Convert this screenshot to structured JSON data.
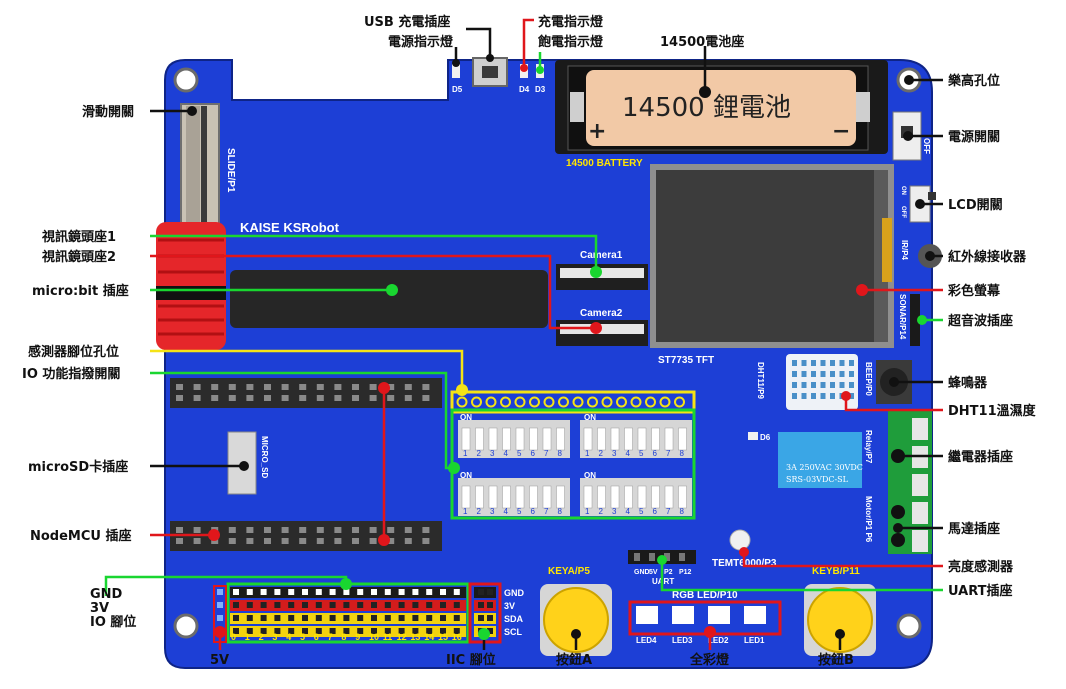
{
  "board": {
    "brand": "KAISE KSRobot",
    "battery_holder_text": "14500 鋰電池",
    "battery_plus": "+",
    "battery_minus": "−",
    "battery_label": "14500 BATTERY",
    "slide_label": "SLIDE/P1",
    "off_label": "OFF",
    "on_label": "ON",
    "lcd_off_label": "OFF",
    "ir_label": "IR/P4",
    "sonar_label": "SONAR/P14",
    "camera1_label": "Camera1",
    "camera2_label": "Camera2",
    "tft_label": "ST7735 TFT",
    "dht_label": "DHT11/P9",
    "beep_label": "BEEP/P0",
    "relay_label": "Relay/P7",
    "motor_label": "Motor/P1 P6",
    "relay_text_1": "3A  250VAC  30VDC",
    "relay_text_2": "SRS-03VDC-SL",
    "d6_label": "D6",
    "d5_label": "D5",
    "d4_label": "D4",
    "d3_label": "D3",
    "microsd_label": "MICRO_SD",
    "temt_label": "TEMT6000/P3",
    "keya_label": "KEYA/P5",
    "keyb_label": "KEYB/P11",
    "rgb_label": "RGB LED/P10",
    "led_labels": [
      "LED4",
      "LED3",
      "LED2",
      "LED1"
    ],
    "uart_pins": [
      "GND",
      "5V",
      "P2",
      "P12"
    ],
    "uart_label": "UART",
    "dip_on": "ON",
    "dip_numbers": [
      "1",
      "2",
      "3",
      "4",
      "5",
      "6",
      "7",
      "8"
    ],
    "pin_numbers": [
      "0",
      "1",
      "2",
      "3",
      "4",
      "5",
      "6",
      "7",
      "8",
      "9",
      "10",
      "11",
      "12",
      "13",
      "14",
      "15",
      "16"
    ],
    "iic_rows": [
      "GND",
      "3V",
      "SDA",
      "SCL"
    ]
  },
  "labels": {
    "usb": "USB 充電插座",
    "power_led": "電源指示燈",
    "charge_led": "充電指示燈",
    "full_led": "飽電指示燈",
    "battery_holder": "14500電池座",
    "slide_switch": "滑動開關",
    "lego_hole": "樂高孔位",
    "power_switch": "電源開關",
    "lcd_switch": "LCD開關",
    "camera1": "視訊鏡頭座1",
    "camera2": "視訊鏡頭座2",
    "ir_receiver": "紅外線接收器",
    "microbit": "micro:bit 插座",
    "color_screen": "彩色螢幕",
    "ultrasonic": "超音波插座",
    "sensor_holes": "感測器腳位孔位",
    "io_dip": "IO 功能指撥開關",
    "buzzer": "蜂鳴器",
    "dht11": "DHT11溫濕度",
    "microsd": "microSD卡插座",
    "relay": "繼電器插座",
    "nodemcu": "NodeMCU 插座",
    "motor": "馬達插座",
    "light_sensor": "亮度感測器",
    "uart": "UART插座",
    "gnd": "GND",
    "v3": "3V",
    "io_pins": "IO 腳位",
    "v5": "5V",
    "iic": "IIC 腳位",
    "button_a": "按鈕A",
    "rgb": "全彩燈",
    "button_b": "按鈕B"
  },
  "colors": {
    "board": "#1d3fd6",
    "callout_red": "#e0161b",
    "callout_green": "#19d630",
    "callout_yellow": "#f5e316",
    "silk": "#ffe600"
  }
}
